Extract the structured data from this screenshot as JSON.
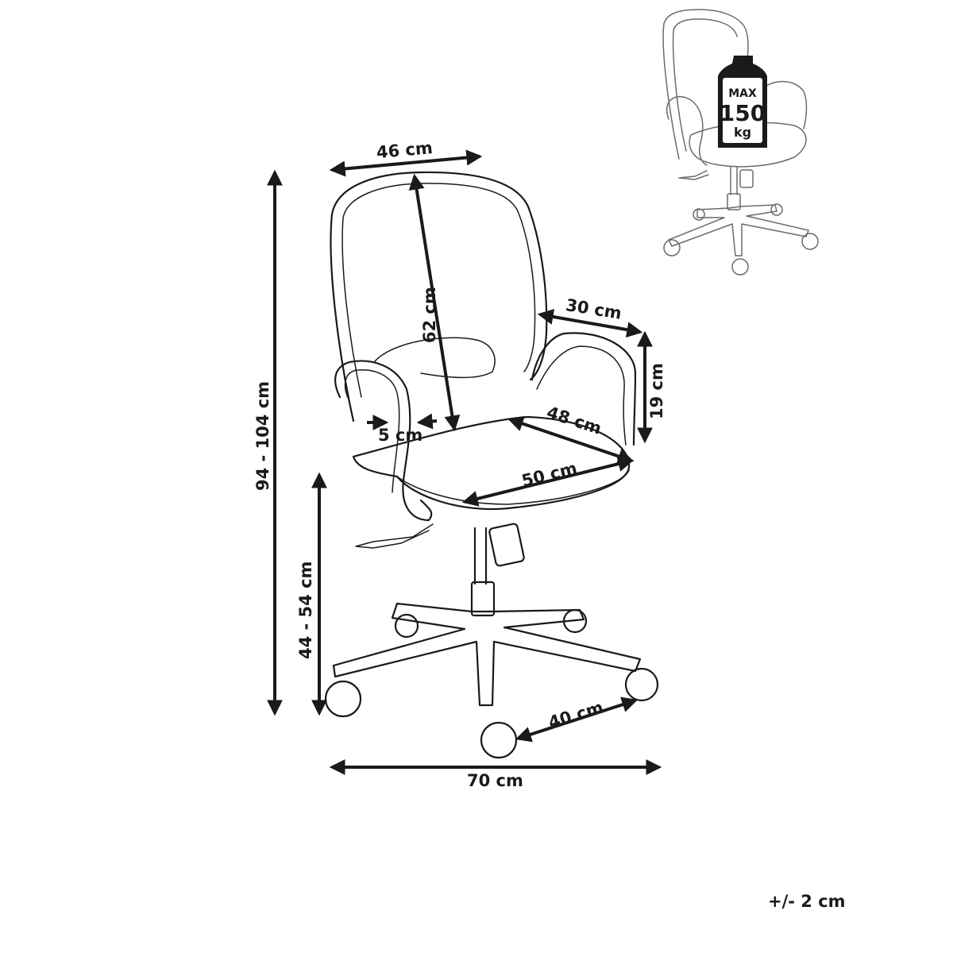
{
  "dimensions": {
    "backrest_width": "46 cm",
    "backrest_height": "62 cm",
    "armrest_length": "30 cm",
    "armrest_height": "19 cm",
    "seat_depth": "48 cm",
    "seat_width": "50 cm",
    "armrest_width": "5 cm",
    "total_height": "94 - 104 cm",
    "seat_height": "44 - 54 cm",
    "base_radius": "40 cm",
    "base_width": "70 cm"
  },
  "max_load": {
    "line1": "MAX",
    "line2": "150",
    "line3": "kg"
  },
  "tolerance": "+/- 2 cm",
  "icons": {
    "arrowhead": "arrowhead-icon",
    "weight": "weight-icon"
  }
}
